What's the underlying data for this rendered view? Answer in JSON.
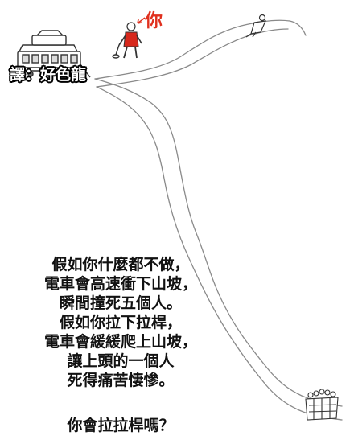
{
  "labels": {
    "you": "你",
    "credit": "譯：好色龍"
  },
  "caption": {
    "lines": [
      "假如你什麼都不做，",
      "電車會高速衝下山坡，",
      "瞬間撞死五個人。",
      "假如你拉下拉桿，",
      "電車會緩緩爬上山坡，",
      "讓上頭的一個人",
      "死得痛苦悽慘。"
    ],
    "question": "你會拉拉桿嗎？"
  },
  "colors": {
    "you_label": "#e0301e",
    "person_shirt": "#d7281c",
    "track": "#8a8a8a"
  }
}
